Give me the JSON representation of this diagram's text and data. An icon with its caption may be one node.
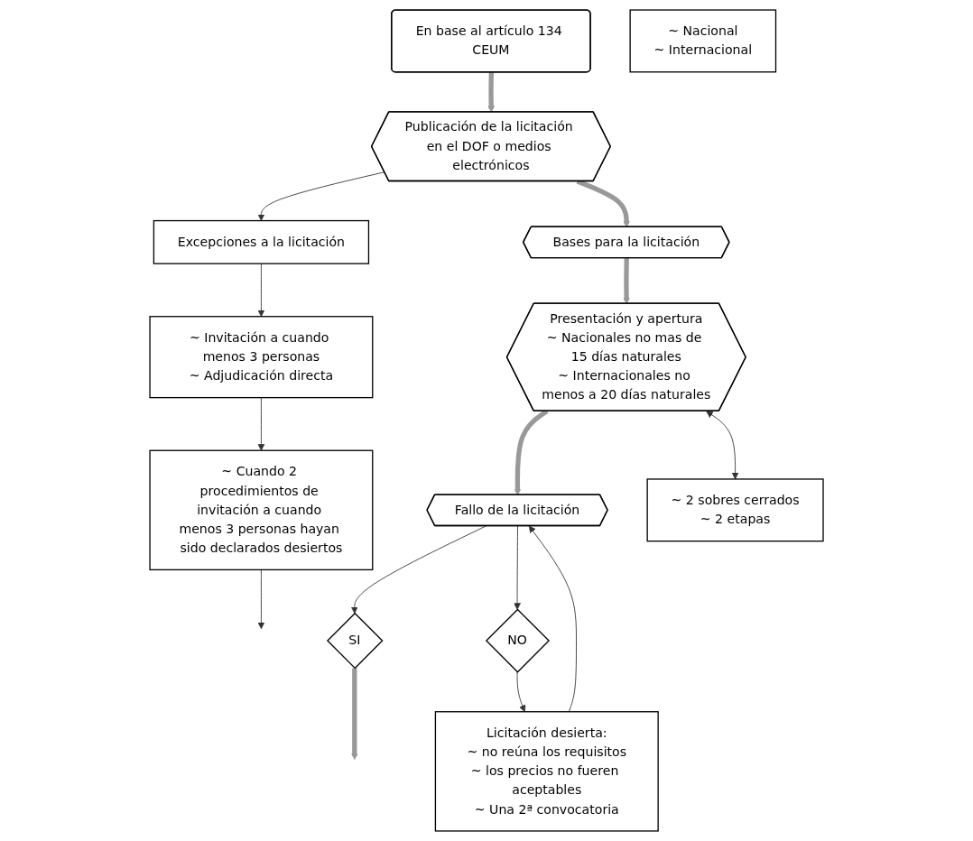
{
  "diagram": {
    "nodes": [
      {
        "text": [
          "En base al artículo 134 CEUM"
        ]
      },
      {
        "text": [
          "Publicación de la licitación en el DOF o medios electrónicos"
        ]
      },
      {
        "text": [
          "Excepciones a la licitación"
        ]
      },
      {
        "text": [
          "~ Nacional",
          "~ Internacional"
        ]
      },
      {
        "text": [
          "Bases para la licitación"
        ]
      },
      {
        "text": [
          "~ Invitación a cuando menos 3 personas",
          "~ Adjudicación directa"
        ]
      },
      {
        "text": [
          "~ 2 sobres cerrados",
          "~ 2 etapas"
        ]
      },
      {
        "text": [
          "Presentación y apertura",
          "~ Nacionales no mas de 15 días naturales",
          "~ Internacionales no menos a 20 días naturales"
        ]
      },
      {
        "text": [
          "NO"
        ]
      },
      {
        "text": [
          "~ Cuando 2 procedimientos de invitación a cuando menos 3 personas hayan sido declarados desiertos"
        ]
      },
      {
        "text": [
          "Licitación desierta:",
          "~ no reúna los requisitos",
          "~ los precios no fueren aceptables",
          "~ Una 2ª convocatoria"
        ]
      },
      {
        "text": [
          "Fallo de la licitación"
        ]
      },
      {
        "text": [
          "SI"
        ]
      }
    ],
    "edges": [
      {
        "from": 0,
        "to": 1,
        "arrow": "to",
        "style": "thick",
        "color": "#999999"
      },
      {
        "from": 1,
        "to": 2,
        "arrow": "to"
      },
      {
        "from": 1,
        "to": 4,
        "arrow": "to",
        "style": "thick",
        "color": "#999999"
      },
      {
        "from": 2,
        "to": 5,
        "arrow": "to"
      },
      {
        "from": 4,
        "to": 7,
        "arrow": "to",
        "style": "thick",
        "color": "#999999"
      },
      {
        "from": 5,
        "to": 9,
        "arrow": "to"
      },
      {
        "from": 7,
        "to": 11,
        "arrow": "to",
        "style": "thick",
        "color": "#999999"
      },
      {
        "from": 11,
        "to": 12,
        "arrow": "to"
      },
      {
        "from": 7,
        "to": 6,
        "arrow": "both"
      },
      {
        "from": 11,
        "to": 8,
        "arrow": "to"
      },
      {
        "from": 8,
        "to": 10,
        "arrow": "to"
      },
      {
        "from": 10,
        "to": 11,
        "arrow": "to"
      },
      {
        "from": 12,
        "to": null,
        "arrow": "to",
        "style": "thick",
        "color": "#999999"
      },
      {
        "from": 9,
        "to": null,
        "arrow": "to"
      }
    ]
  }
}
